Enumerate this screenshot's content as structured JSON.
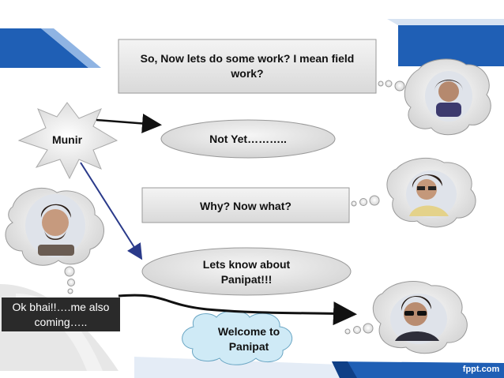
{
  "dialogue": {
    "q_field_work": "So, Now lets do some work? I mean field work?",
    "not_yet": "Not Yet………..",
    "why_now_what": "Why? Now what?",
    "lets_know": "Lets know about Panipat!!!",
    "welcome": "Welcome to Panipat",
    "ok_bhai": "Ok bhai!!….me also coming….."
  },
  "characters": {
    "munir_label": "Munir"
  },
  "footer": {
    "brand": "fppt.com"
  },
  "colors": {
    "accent_blue": "#1f5fb5",
    "box_gray": "#e6e6e6",
    "ellipse_gray": "#dcdcdc",
    "cloud_blue": "#cfeaf6",
    "dark_box": "#2a2a2a"
  }
}
